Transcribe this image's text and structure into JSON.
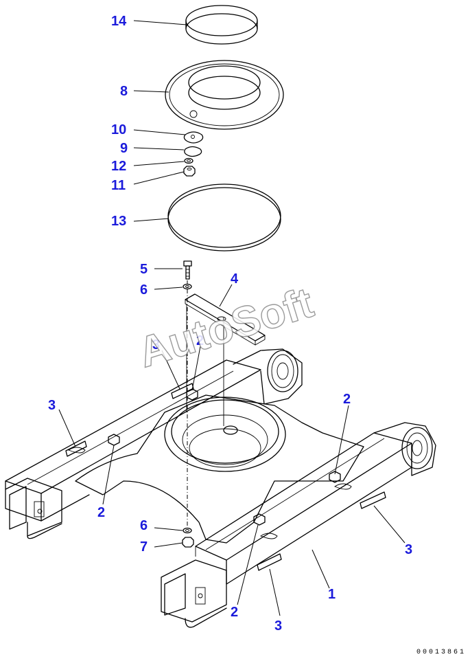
{
  "diagram": {
    "callouts": [
      "14",
      "8",
      "10",
      "9",
      "12",
      "11",
      "13",
      "5",
      "6",
      "4",
      "3",
      "2",
      "3",
      "2",
      "2",
      "2",
      "3",
      "6",
      "7",
      "1",
      "2",
      "3"
    ],
    "watermark": "AutoSoft",
    "doc_number": "00013861"
  }
}
